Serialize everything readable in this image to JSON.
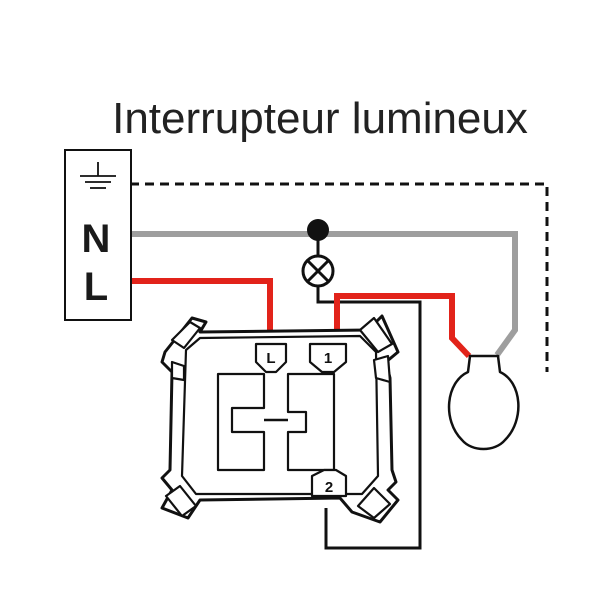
{
  "title": "Interrupteur lumineux",
  "supply_block": {
    "earth_label": "",
    "neutral_label": "N",
    "live_label": "L"
  },
  "switch_terminals": {
    "live": "L",
    "out_1": "1",
    "out_2": "2"
  },
  "colors": {
    "live_wire": "#e2231a",
    "neutral_wire": "#9e9e9e",
    "earth_wire": "#111111",
    "switch_wire": "#111111",
    "outline": "#111111"
  },
  "icons": [
    "earth-symbol-icon",
    "indicator-lamp-icon",
    "light-bulb-icon"
  ]
}
